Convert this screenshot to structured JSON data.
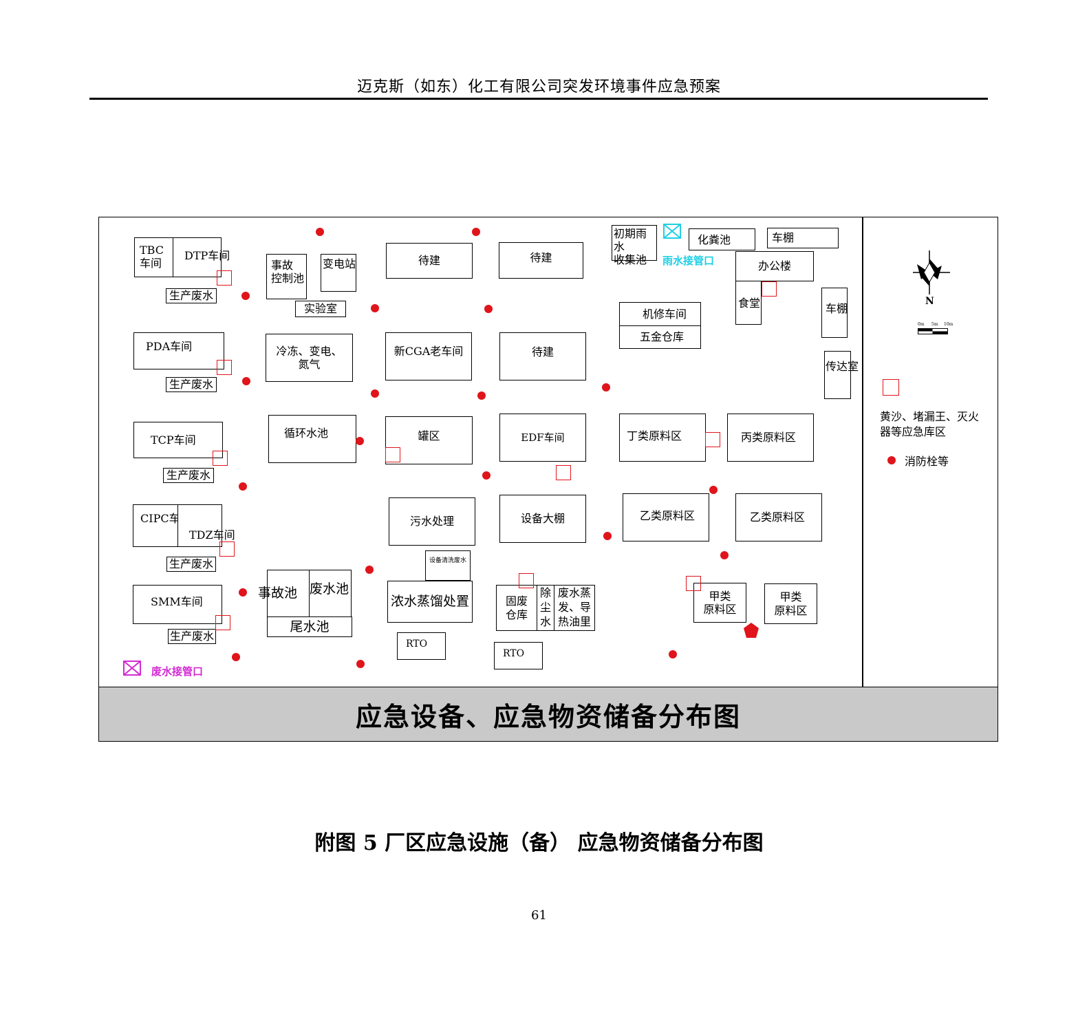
{
  "header": {
    "title": "迈克斯（如东）化工有限公司突发环境事件应急预案"
  },
  "banner": {
    "title": "应急设备、应急物资储备分布图"
  },
  "caption": {
    "text": "附图 5 厂区应急设施（备） 应急物资储备分布图"
  },
  "page": {
    "number": "61"
  },
  "legend": {
    "storage_label": "黄沙、堵漏王、灭火器等应急库区",
    "hydrant_label": "消防栓等",
    "rain_outlet_label": "雨水接管口",
    "waste_outlet_label": "废水接管口",
    "scale_ticks": [
      "0m",
      "5m",
      "10m"
    ],
    "north_label": "N"
  },
  "colors": {
    "marker_red": "#e0141b",
    "rain_cyan": "#1fd0e6",
    "waste_magenta": "#d42ad4",
    "banner_gray": "#c9c9c9"
  },
  "buildings": {
    "tbc": "TBC\n车间",
    "dtp": "DTP车间",
    "pda": "PDA车间",
    "tcp": "TCP车间",
    "cipc": "CIPC车间",
    "tdz": "TDZ车间",
    "smm": "SMM车间",
    "wastewater": "生产废水",
    "accident_pool_ctrl": "事故\n控制池",
    "substation": "变电站",
    "lab": "实验室",
    "refrig": "冷冻、变电、\n氮气",
    "circ_pool": "循环水池",
    "accident_pool": "事故池",
    "waste_pool": "废水池",
    "tail_pool": "尾水池",
    "pending": "待建",
    "new_cga": "新CGA老车间",
    "tank": "罐区",
    "edf": "EDF车间",
    "sewage": "污水处理",
    "equip_shed": "设备大棚",
    "equip_wash": "设备清洗废水",
    "concentrate": "浓水蒸馏处置",
    "rto": "RTO",
    "solid_waste": "固废\n仓库",
    "dust_water": "除\n尘\n水",
    "evap": "废水蒸\n发、导\n热油里",
    "early_rain": "初期雨水\n收集池",
    "septic": "化粪池",
    "shed": "车棚",
    "office": "办公楼",
    "canteen": "食堂",
    "repair": "机修车间",
    "hardware": "五金仓库",
    "guard": "传达室",
    "class_d": "丁类原料区",
    "class_c": "丙类原料区",
    "class_b": "乙类原料区",
    "class_a": "甲类\n原料区"
  }
}
